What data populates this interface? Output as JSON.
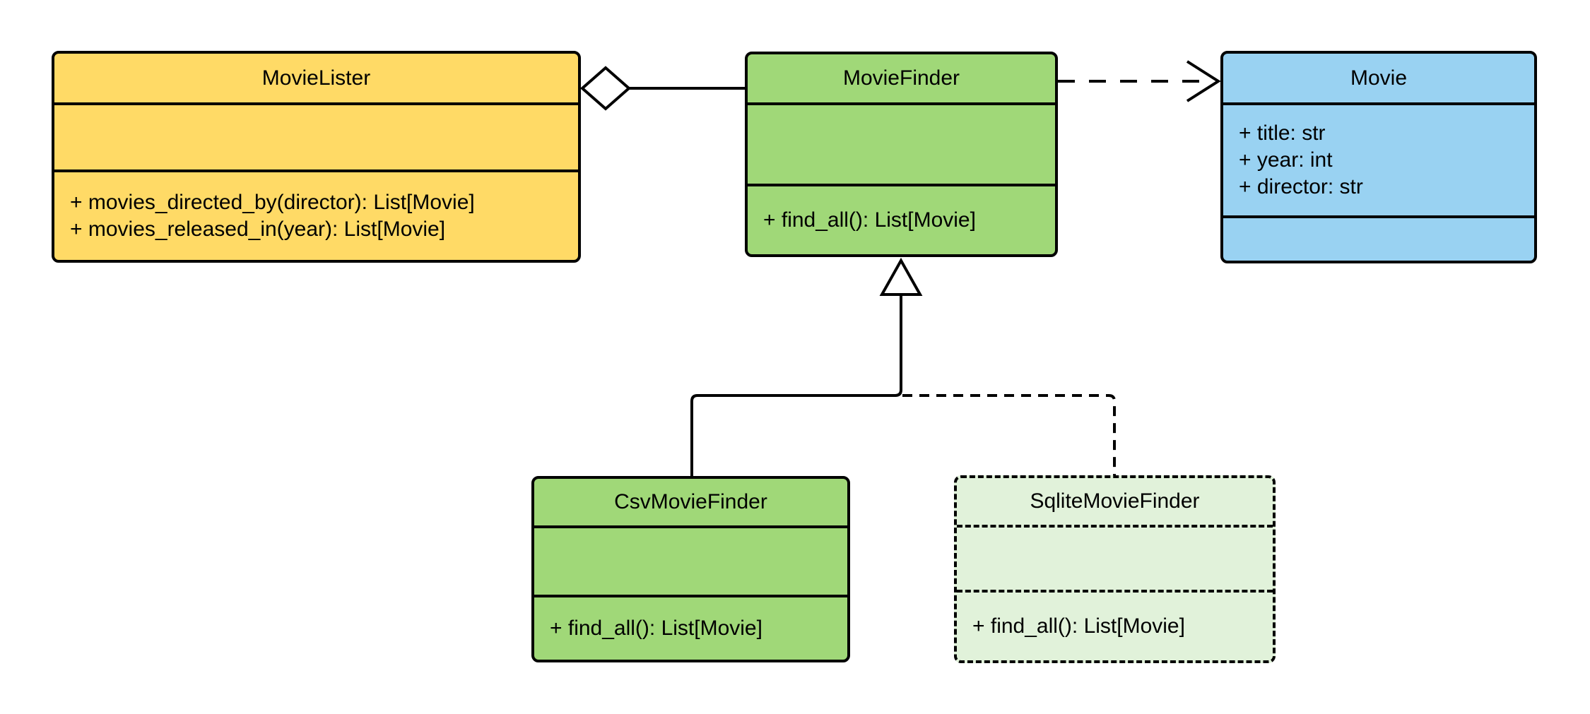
{
  "diagram": {
    "title": "MovieLister UML class diagram",
    "background_color": "#ffffff",
    "stroke_color": "#000000",
    "classes": [
      {
        "name": "MovieLister",
        "fill": "#FFDA66",
        "border_style": "solid",
        "attributes": [],
        "methods": [
          "+ movies_directed_by(director): List[Movie]",
          "+ movies_released_in(year): List[Movie]"
        ]
      },
      {
        "name": "MovieFinder",
        "fill": "#A0D878",
        "border_style": "solid",
        "attributes": [],
        "methods": [
          "+ find_all(): List[Movie]"
        ]
      },
      {
        "name": "Movie",
        "fill": "#99D2F2",
        "border_style": "solid",
        "attributes": [
          "+ title: str",
          "+ year: int",
          "+ director: str"
        ],
        "methods": []
      },
      {
        "name": "CsvMovieFinder",
        "fill": "#A0D878",
        "border_style": "solid",
        "attributes": [],
        "methods": [
          "+ find_all(): List[Movie]"
        ]
      },
      {
        "name": "SqliteMovieFinder",
        "fill": "#E1F2DA",
        "border_style": "dashed",
        "attributes": [],
        "methods": [
          "+ find_all(): List[Movie]"
        ]
      }
    ],
    "relationships": [
      {
        "type": "aggregation",
        "source": "MovieLister",
        "target": "MovieFinder",
        "line_style": "solid",
        "marker": "hollow-diamond-at-source"
      },
      {
        "type": "dependency",
        "source": "MovieFinder",
        "target": "Movie",
        "line_style": "dashed",
        "marker": "open-arrow-at-target"
      },
      {
        "type": "inheritance",
        "source": "CsvMovieFinder",
        "target": "MovieFinder",
        "line_style": "solid",
        "marker": "hollow-triangle-at-target"
      },
      {
        "type": "inheritance",
        "source": "SqliteMovieFinder",
        "target": "MovieFinder",
        "line_style": "dashed",
        "marker": "hollow-triangle-at-target"
      }
    ]
  }
}
